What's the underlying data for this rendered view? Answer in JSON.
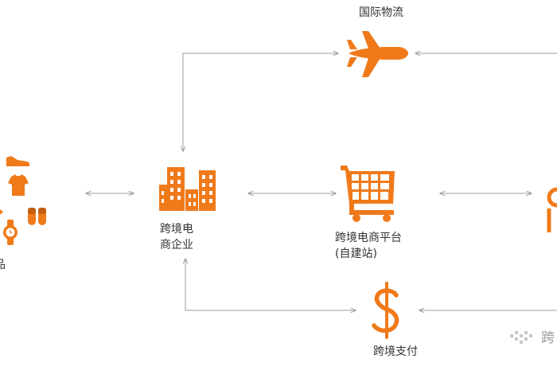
{
  "colors": {
    "accent": "#f07a1a",
    "connector": "#9c9c9c",
    "text": "#333333"
  },
  "nodes": {
    "logistics": {
      "label": "国际物流",
      "icon": "airplane-icon"
    },
    "enterprise": {
      "label_line1": "跨境电",
      "label_line2": "商企业",
      "icon": "buildings-icon"
    },
    "platform": {
      "label_line1": "跨境电商平台",
      "label_line2": "(自建站)",
      "icon": "shopping-cart-icon"
    },
    "payment": {
      "label": "跨境支付",
      "icon": "dollar-sign-icon"
    },
    "goods": {
      "label_fragment": "品",
      "icons": [
        "shoe-icon",
        "tshirt-icon",
        "slippers-icon",
        "watch-icon"
      ]
    },
    "consumer": {
      "icon": "consumer-icon"
    }
  },
  "watermark": {
    "text": "跨"
  }
}
